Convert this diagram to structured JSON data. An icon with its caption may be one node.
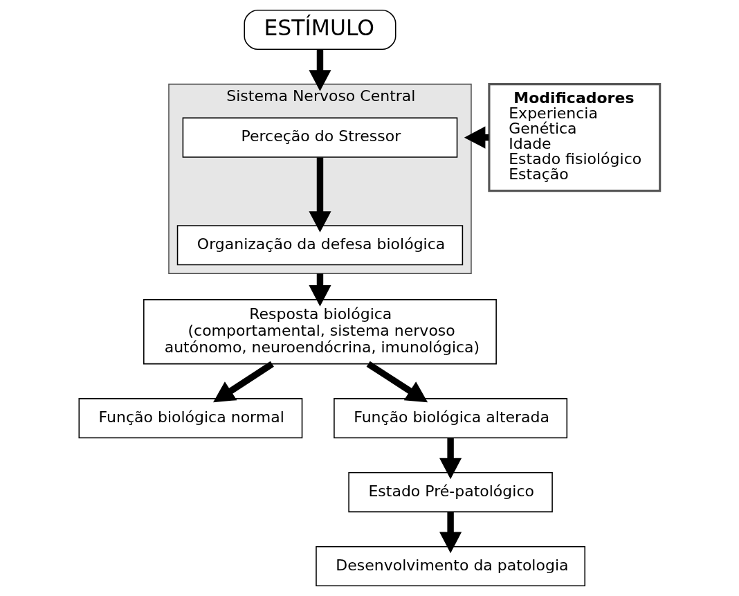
{
  "diagram": {
    "nodes": [
      {
        "text": [
          "ESTÍMULO"
        ]
      },
      {
        "text": [
          "Modificadores",
          "Experiencia",
          "Genética",
          "Idade",
          "Estado fisiológico",
          "Estação"
        ]
      },
      {
        "text": [
          "Sistema Nervoso Central"
        ]
      },
      {
        "text": [
          "Perceção do Stressor"
        ],
        "in": 2
      },
      {
        "text": [
          "Organização da defesa biológica"
        ],
        "in": 2
      },
      {
        "text": [
          "Resposta biológica",
          "(comportamental, sistema nervoso autónomo, neuroendócrina, imunológica)"
        ]
      },
      {
        "text": [
          "Função biológica normal"
        ]
      },
      {
        "text": [
          "Função biológica alterada"
        ]
      },
      {
        "text": [
          "Estado Pré-patológico"
        ]
      },
      {
        "text": [
          "Desenvolvimento da patologia"
        ]
      }
    ],
    "edges": [
      {
        "from": 0,
        "to": 2,
        "arrow": "to"
      },
      {
        "from": 1,
        "to": 2,
        "arrow": "to"
      },
      {
        "from": 3,
        "to": 4,
        "arrow": "to"
      },
      {
        "from": 2,
        "to": 5,
        "arrow": "to"
      },
      {
        "from": 5,
        "to": 6,
        "arrow": "to"
      },
      {
        "from": 5,
        "to": 7,
        "arrow": "to"
      },
      {
        "from": 7,
        "to": 8,
        "arrow": "to"
      },
      {
        "from": 8,
        "to": 9,
        "arrow": "to"
      }
    ]
  }
}
